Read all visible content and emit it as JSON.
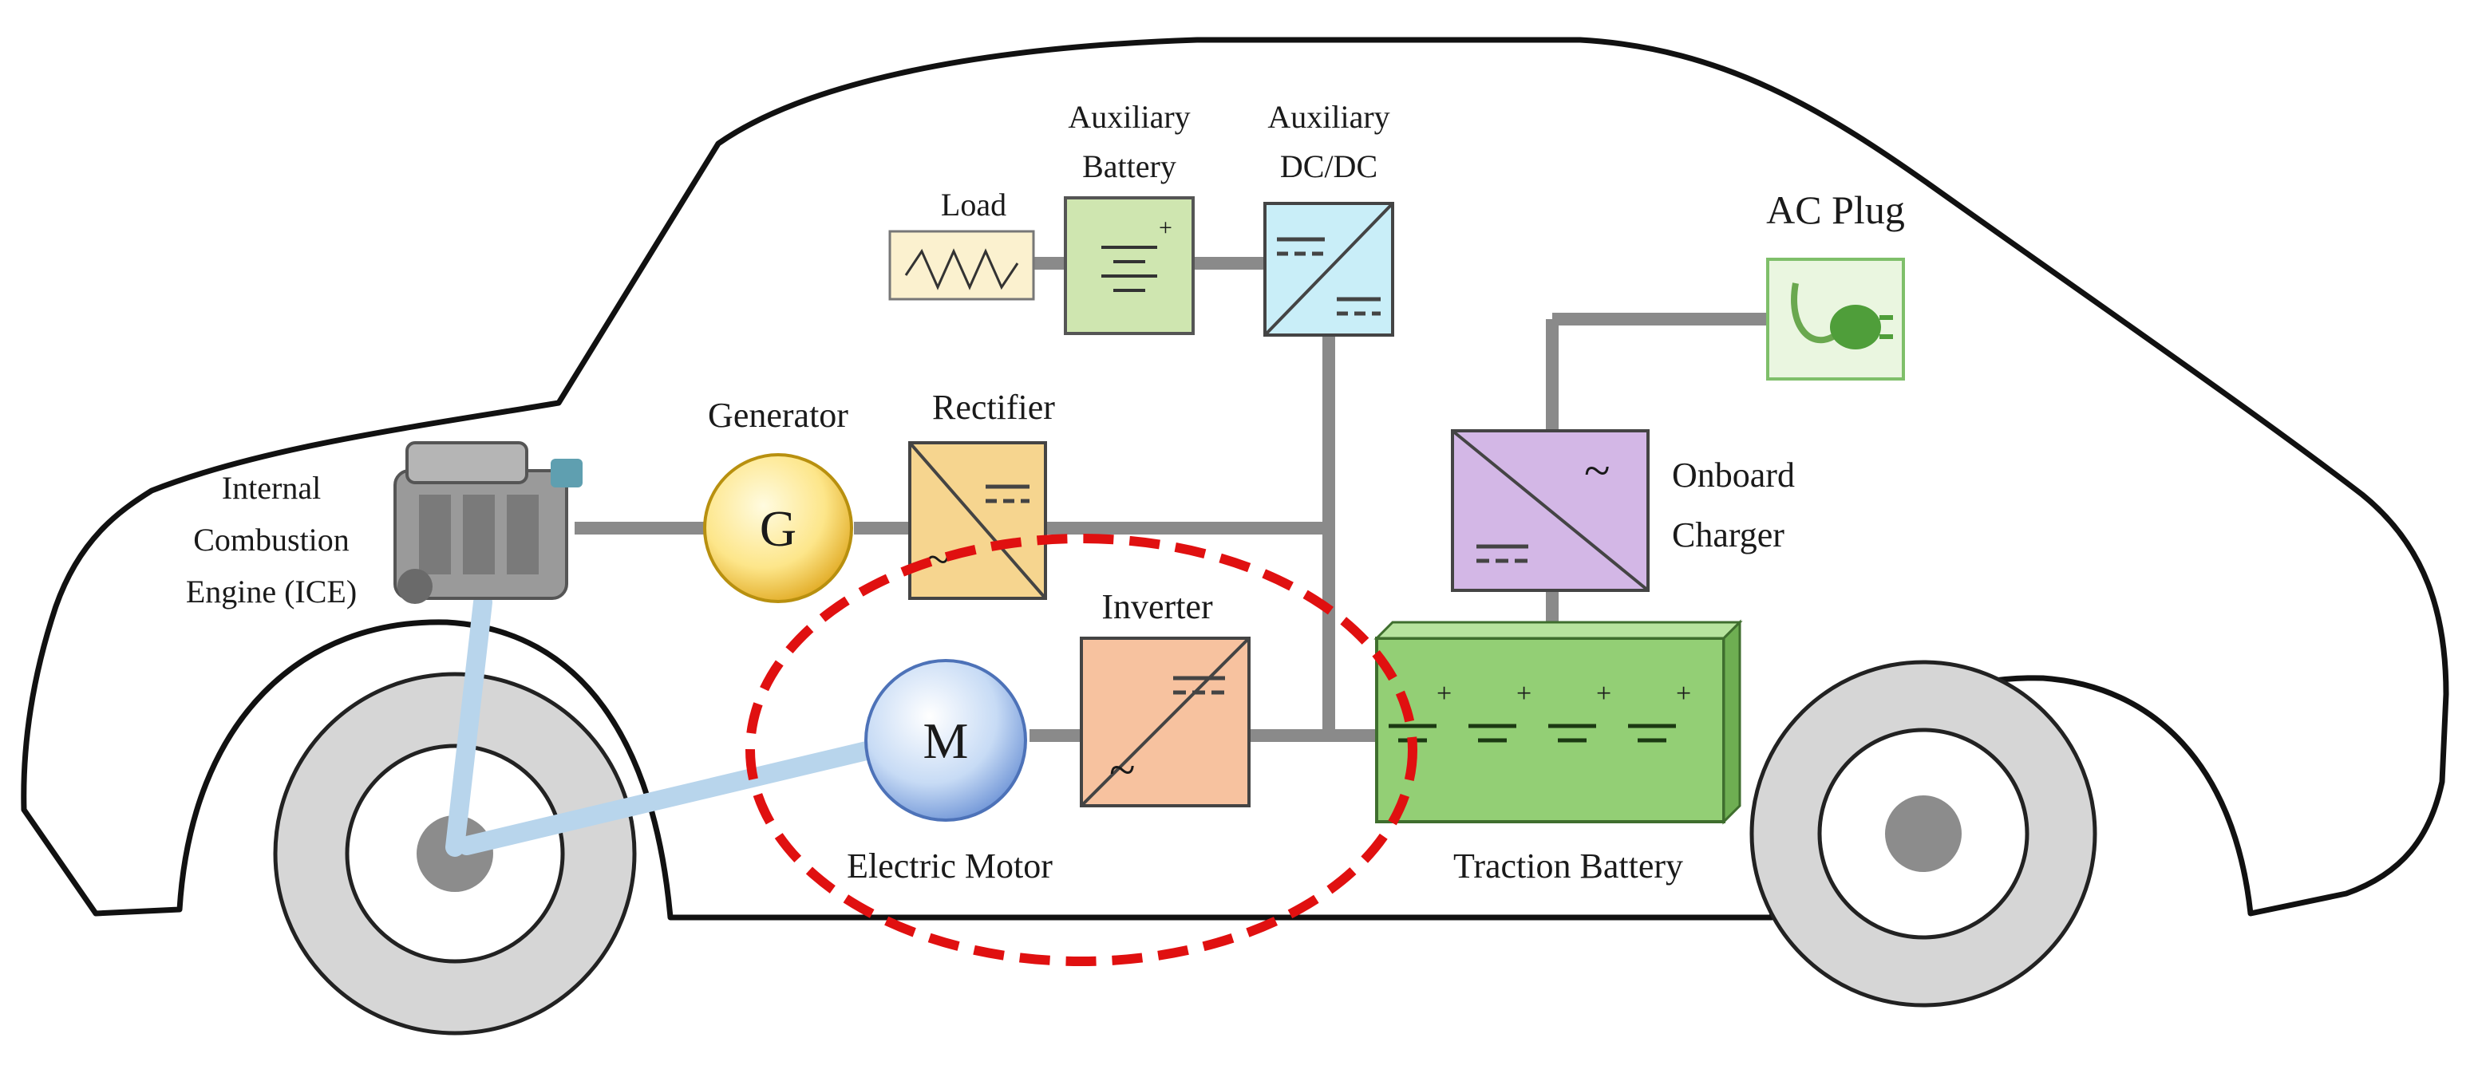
{
  "labels": {
    "ice": [
      "Internal",
      "Combustion",
      "Engine (ICE)"
    ],
    "generator": "Generator",
    "generator_symbol": "G",
    "rectifier": "Rectifier",
    "load": "Load",
    "aux_battery": [
      "Auxiliary",
      "Battery"
    ],
    "aux_dcdc": [
      "Auxiliary",
      "DC/DC"
    ],
    "ac_plug": "AC Plug",
    "onboard_charger": [
      "Onboard",
      "Charger"
    ],
    "inverter": "Inverter",
    "motor_symbol": "M",
    "electric_motor": "Electric Motor",
    "traction_battery": "Traction Battery"
  },
  "colors": {
    "load": "#fbf1cf",
    "aux_battery": "#cfe6b0",
    "aux_dcdc": "#c9eef8",
    "rectifier": "#f6d58f",
    "charger": "#d3b7e6",
    "inverter": "#f7c29f",
    "traction_battery": "#93cf75",
    "plug": "#eaf6e0",
    "wire": "#8a8a8a",
    "shaft": "#b8d5ec",
    "wheel": "#d6d6d6",
    "highlight": "#e01010"
  }
}
